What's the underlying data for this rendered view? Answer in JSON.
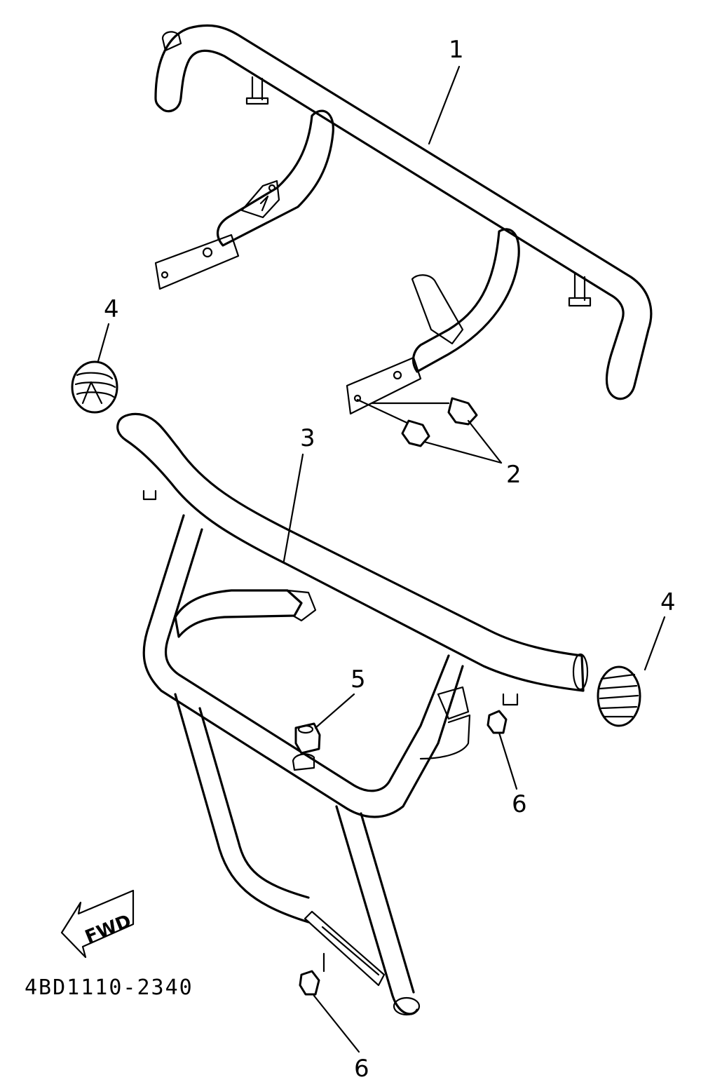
{
  "diagram": {
    "callouts": [
      {
        "id": "c1",
        "label": "1"
      },
      {
        "id": "c2",
        "label": "2"
      },
      {
        "id": "c3",
        "label": "3"
      },
      {
        "id": "c4a",
        "label": "4"
      },
      {
        "id": "c4b",
        "label": "4"
      },
      {
        "id": "c5",
        "label": "5"
      },
      {
        "id": "c6a",
        "label": "6"
      },
      {
        "id": "c6b",
        "label": "6"
      }
    ],
    "direction_arrow": "FWD",
    "drawing_code": "4BD1110-2340"
  }
}
